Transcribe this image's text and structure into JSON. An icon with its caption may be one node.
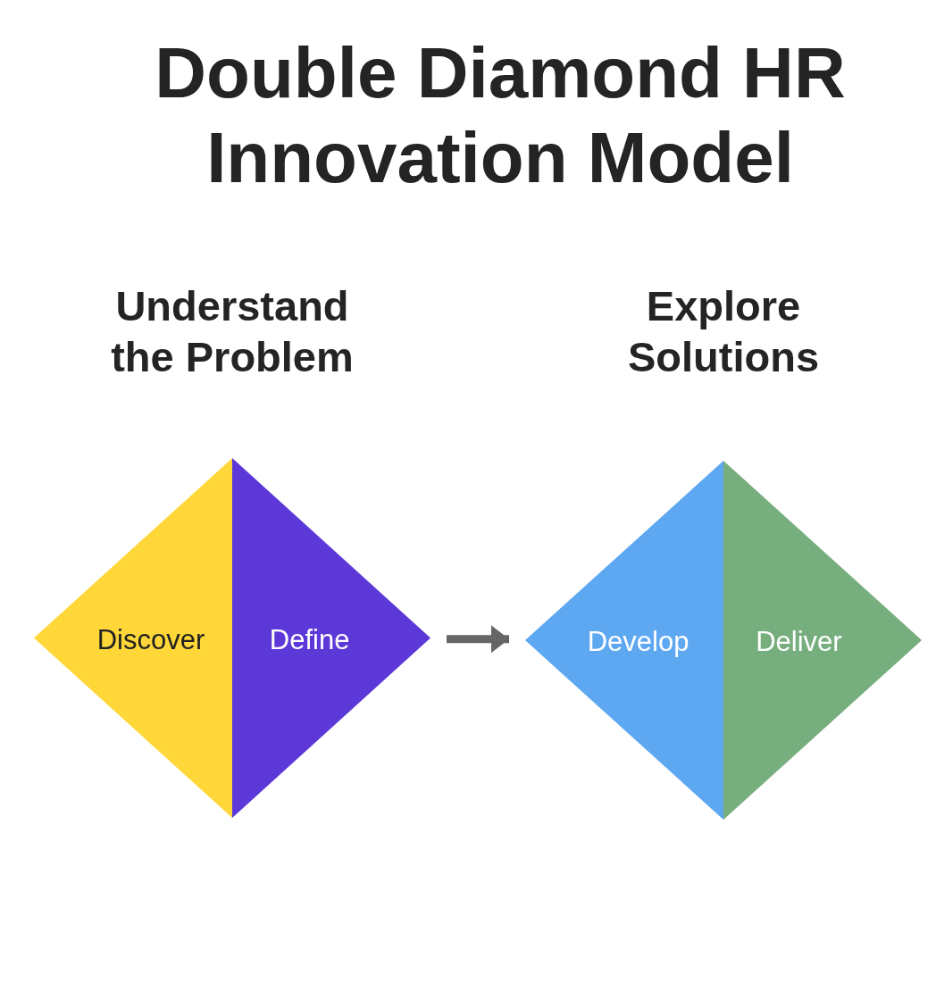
{
  "diagram": {
    "title": "Double Diamond HR Innovation Model",
    "nodes": [
      {
        "text": [
          "Understand the Problem"
        ]
      },
      {
        "text": [
          "Discover"
        ],
        "in": 0
      },
      {
        "text": [
          "Define"
        ],
        "in": 0
      },
      {
        "text": [
          "Explore Solutions"
        ]
      },
      {
        "text": [
          "Develop"
        ],
        "in": 3
      },
      {
        "text": [
          "Deliver"
        ],
        "in": 3
      }
    ],
    "edges": [
      {
        "from": 0,
        "to": 3,
        "arrow": "to"
      }
    ]
  }
}
